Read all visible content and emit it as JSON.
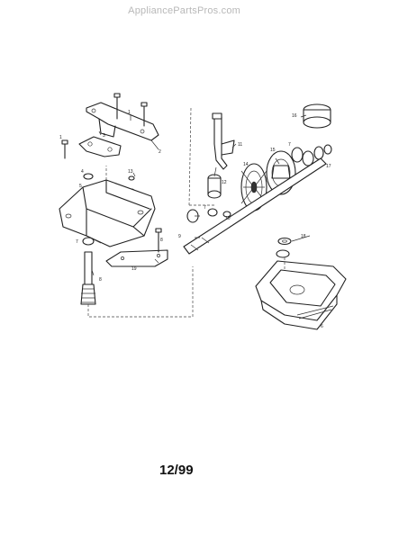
{
  "watermark": "AppliancePartsPros.com",
  "date_code": "12/99",
  "part_labels": [
    "1",
    "2",
    "3",
    "4",
    "5",
    "6",
    "7",
    "8",
    "9",
    "10",
    "11",
    "12",
    "13",
    "14",
    "15",
    "16",
    "17",
    "18",
    "19"
  ]
}
